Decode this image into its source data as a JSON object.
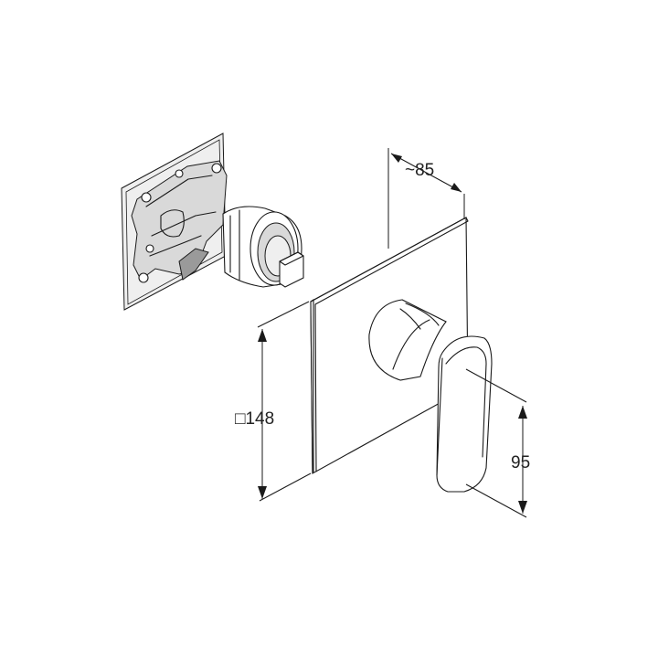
{
  "dimensions": {
    "depth_label": "~85",
    "plate_label": "□148",
    "handle_label": "95"
  }
}
